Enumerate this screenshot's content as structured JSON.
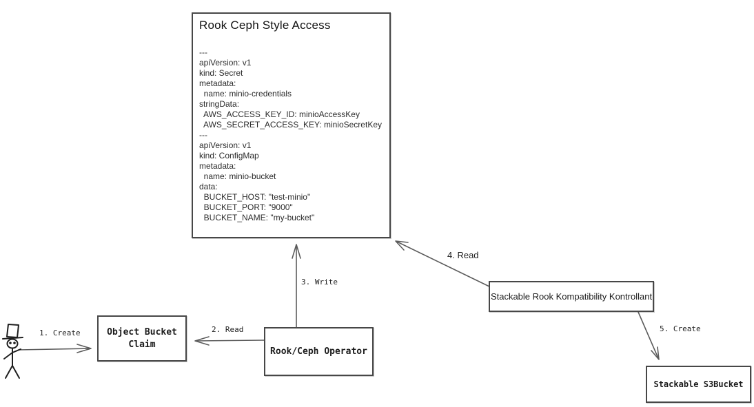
{
  "diagram": {
    "title_box": {
      "title": "Rook Ceph Style Access",
      "code_lines": [
        "---",
        "apiVersion: v1",
        "kind: Secret",
        "metadata:",
        "  name: minio-credentials",
        "stringData:",
        "  AWS_ACCESS_KEY_ID: minioAccessKey",
        "  AWS_SECRET_ACCESS_KEY: minioSecretKey",
        "---",
        "apiVersion: v1",
        "kind: ConfigMap",
        "metadata:",
        "  name: minio-bucket",
        "data:",
        "  BUCKET_HOST: \"test-minio\"",
        "  BUCKET_PORT: \"9000\"",
        "  BUCKET_NAME: \"my-bucket\""
      ]
    },
    "nodes": {
      "object_bucket_claim": {
        "label": "Object Bucket Claim"
      },
      "rook_ceph_operator": {
        "label": "Rook/Ceph Operator"
      },
      "stackable_kontrollant": {
        "label": "Stackable Rook Kompatibility Kontrollant"
      },
      "stackable_s3bucket": {
        "label": "Stackable S3Bucket"
      }
    },
    "actor": {
      "name": "user-stick-figure"
    },
    "edges": [
      {
        "label": "1. Create",
        "from": "user-stick-figure",
        "to": "object-bucket-claim"
      },
      {
        "label": "2. Read",
        "from": "rook-ceph-operator",
        "to": "object-bucket-claim"
      },
      {
        "label": "3. Write",
        "from": "rook-ceph-operator",
        "to": "rook-ceph-style-access"
      },
      {
        "label": "4. Read",
        "from": "stackable-kontrollant",
        "to": "rook-ceph-style-access"
      },
      {
        "label": "5. Create",
        "from": "stackable-kontrollant",
        "to": "stackable-s3bucket"
      }
    ],
    "colors": {
      "stroke": "#474747",
      "arrow": "#5b5b5b",
      "text": "#1a1a1a",
      "background": "#ffffff"
    }
  }
}
